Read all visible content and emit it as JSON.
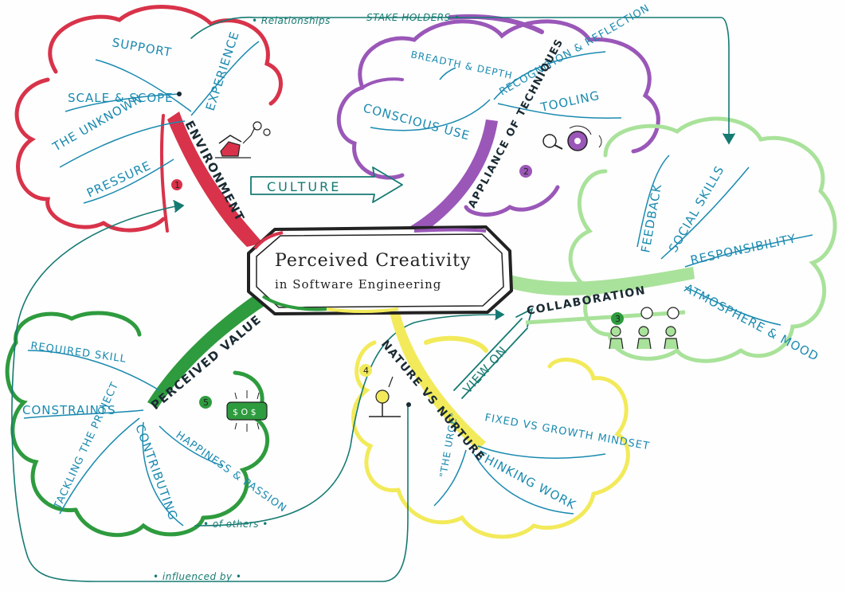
{
  "center": {
    "title": "Perceived Creativity",
    "subtitle": "in Software Engineering"
  },
  "branches": {
    "environment": {
      "name": "ENVIRONMENT",
      "number": "1",
      "items": [
        "SUPPORT",
        "SCALE & SCOPE",
        "THE UNKNOWN",
        "PRESSURE",
        "EXPERIENCE"
      ]
    },
    "techniques": {
      "name": "APPLIANCE OF TECHNIQUES",
      "number": "2",
      "items": [
        "BREADTH & DEPTH",
        "CONSCIOUS USE",
        "RECOGNITION & REFLECTION",
        "TOOLING"
      ]
    },
    "collaboration": {
      "name": "COLLABORATION",
      "number": "3",
      "items": [
        "FEEDBACK",
        "SOCIAL SKILLS",
        "RESPONSIBILITY",
        "ATMOSPHERE & MOOD"
      ]
    },
    "nature": {
      "name": "NATURE VS NURTURE",
      "number": "4",
      "items": [
        "FIXED VS GROWTH MINDSET",
        "THINKING WORK",
        "\"THE URGE\""
      ]
    },
    "value": {
      "name": "PERCEIVED VALUE",
      "number": "5",
      "items": [
        "REQUIRED SKILL",
        "CONSTRAINTS",
        "TACKLING THE PROJECT",
        "CONTRIBUTING",
        "HAPPINESS & PASSION"
      ]
    }
  },
  "connectors": {
    "culture": "CULTURE",
    "view_on": "VIEW ON",
    "relationships": "• Relationships",
    "stakeholders": "STAKE HOLDERS •",
    "of_others": "• of others •",
    "influenced_by": "• influenced by •",
    "bag_label": "$ O $"
  },
  "colors": {
    "environment": "#d8334a",
    "techniques": "#9a57b8",
    "collaboration": "#a9e29a",
    "nature": "#f2ea5a",
    "value": "#2e9b3e",
    "ink": "#1a8ab0",
    "teal": "#157a72"
  }
}
